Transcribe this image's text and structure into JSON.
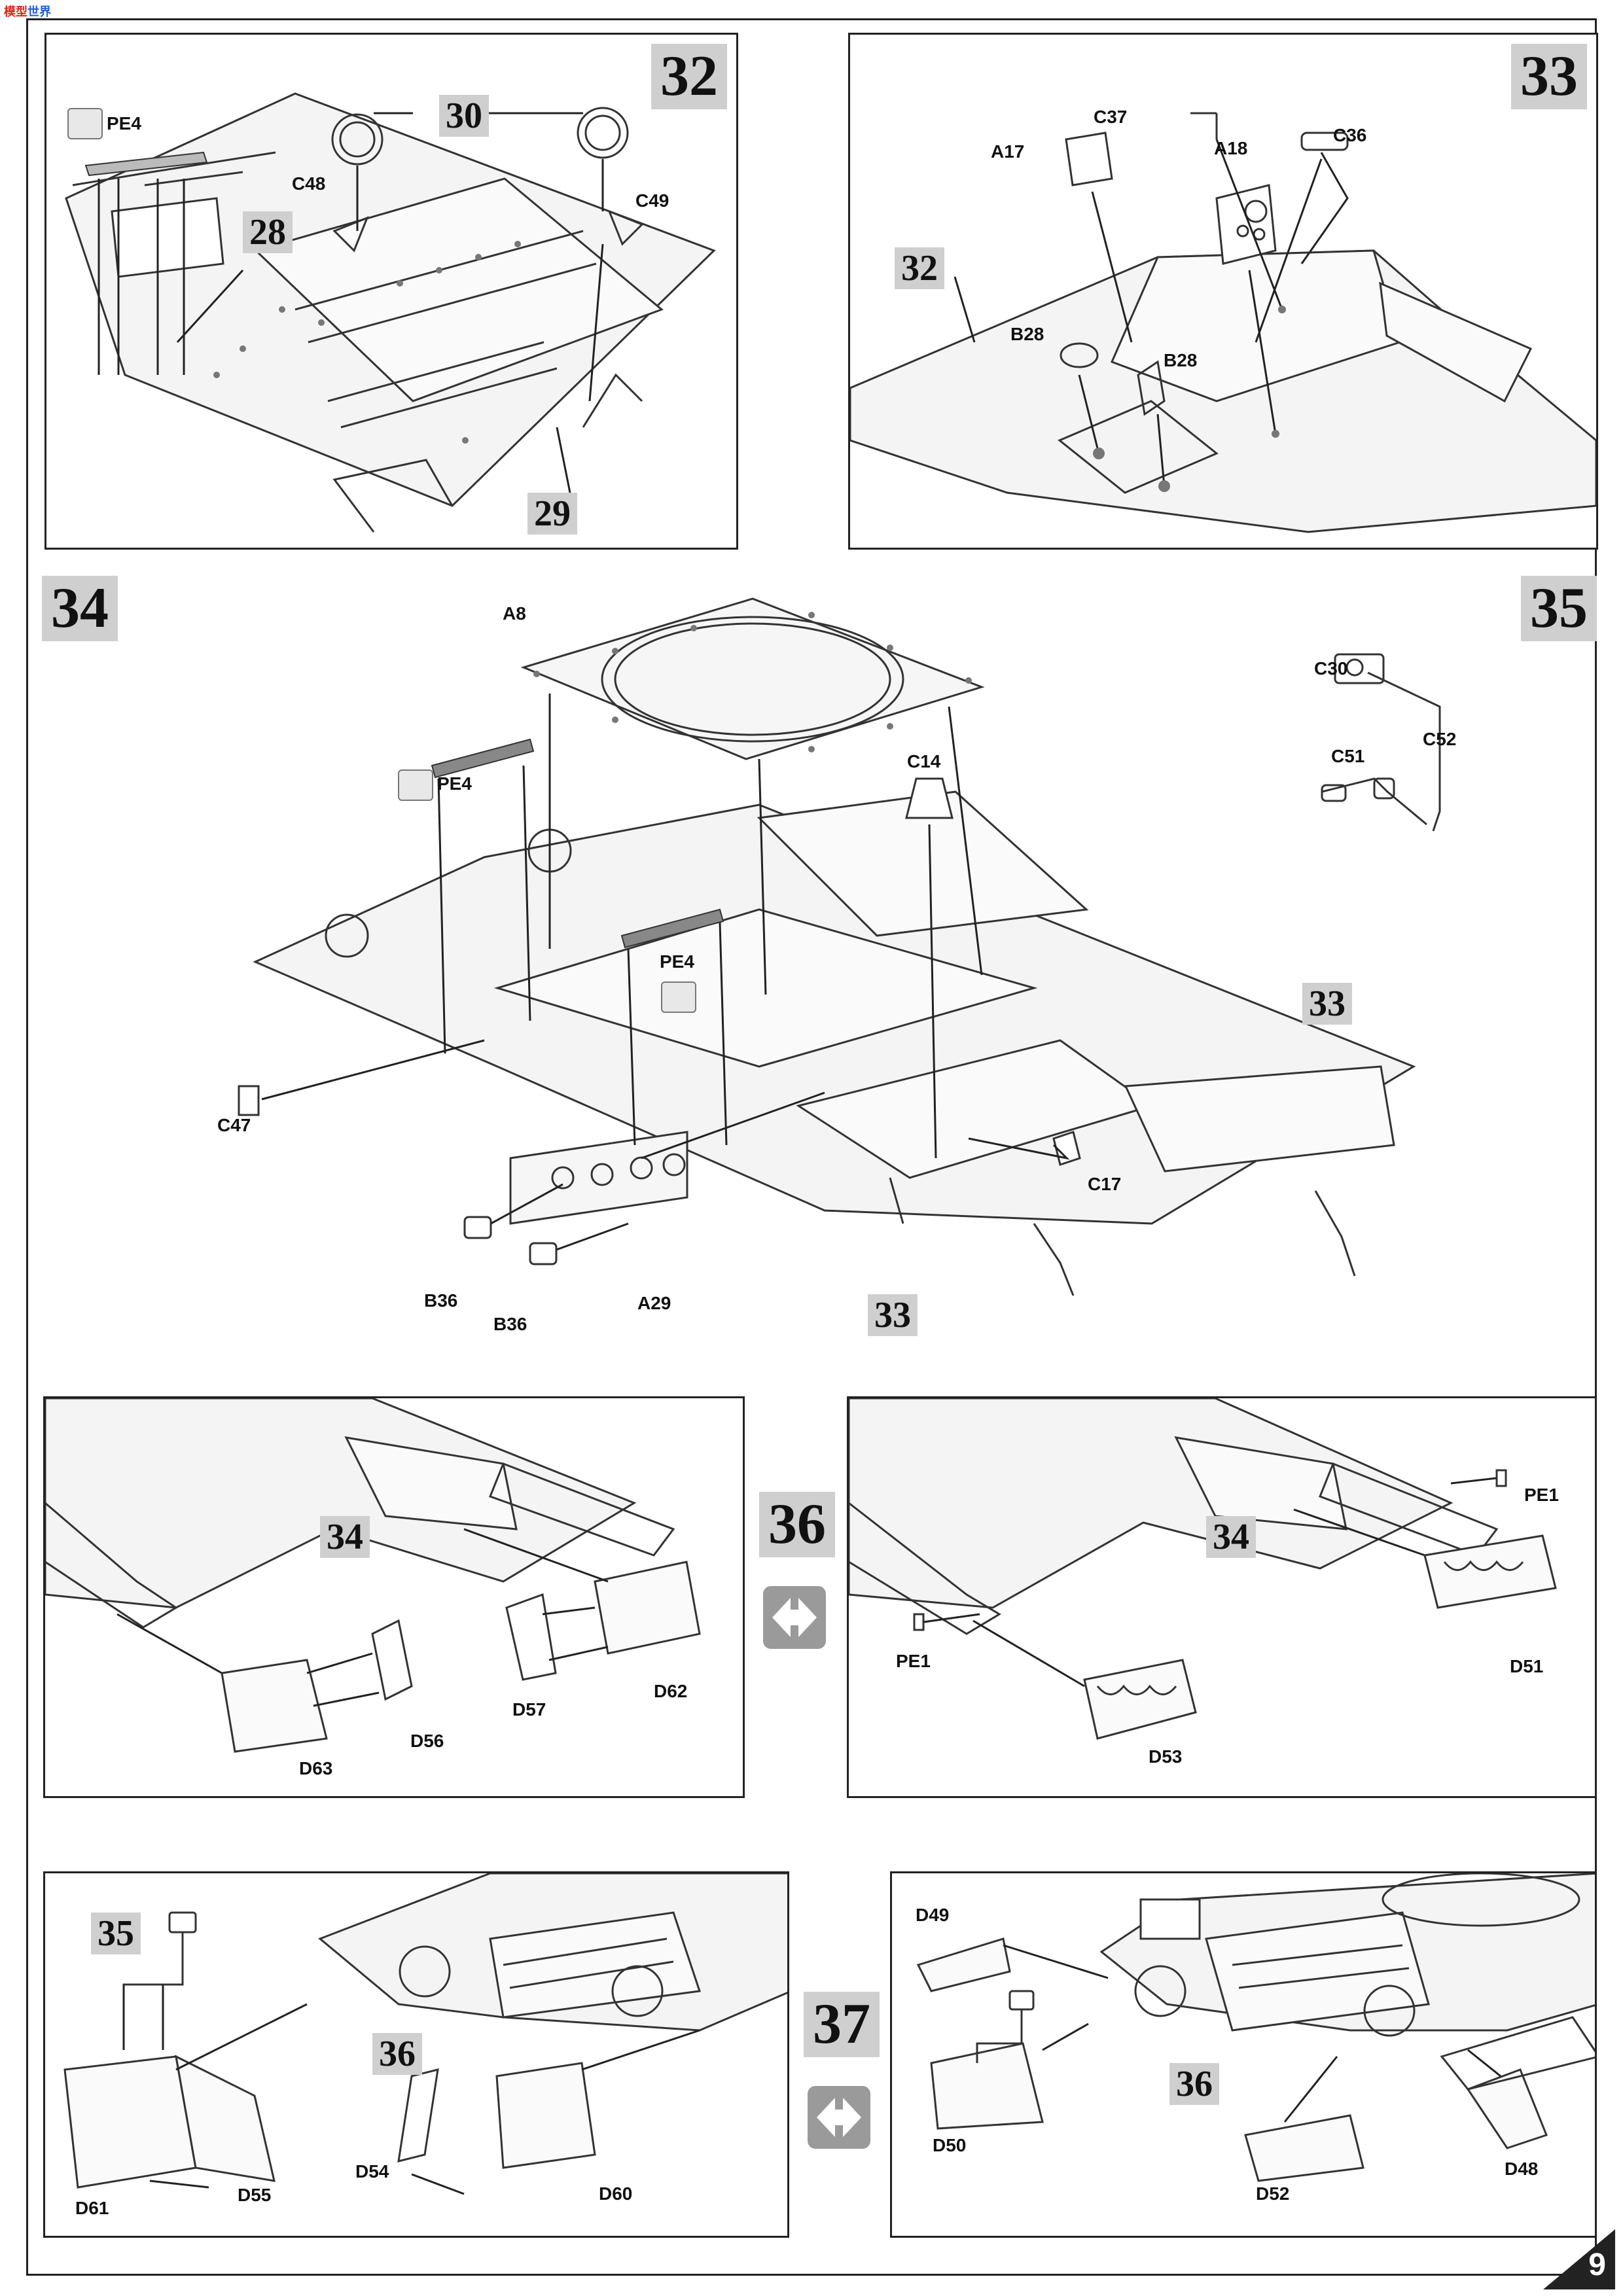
{
  "logo": {
    "part1": "模型",
    "part2": "世界"
  },
  "page_number": "9",
  "steps": {
    "s32": {
      "number": "32",
      "refs": [
        "28",
        "29",
        "30"
      ],
      "labels": [
        "PE4",
        "C48",
        "C49"
      ]
    },
    "s33": {
      "number": "33",
      "refs": [
        "32"
      ],
      "labels": [
        "C37",
        "A17",
        "A18",
        "C36",
        "B28",
        "B28"
      ]
    },
    "s34": {
      "number": "34",
      "refs": [
        "33",
        "33"
      ],
      "labels": [
        "A8",
        "PE4",
        "PE4",
        "C14",
        "C47",
        "C17",
        "B36",
        "B36",
        "A29"
      ]
    },
    "s35": {
      "number": "35",
      "labels": [
        "C30",
        "C52",
        "C51"
      ]
    },
    "s36": {
      "number": "36",
      "left": {
        "refs": [
          "34"
        ],
        "labels": [
          "D62",
          "D57",
          "D63",
          "D56"
        ]
      },
      "right": {
        "refs": [
          "34"
        ],
        "labels": [
          "PE1",
          "PE1",
          "D51",
          "D53"
        ]
      }
    },
    "s37": {
      "number": "37",
      "left": {
        "refs": [
          "35",
          "36"
        ],
        "labels": [
          "D61",
          "D55",
          "D54",
          "D60"
        ]
      },
      "right": {
        "refs": [
          "36"
        ],
        "labels": [
          "D49",
          "D50",
          "D52",
          "D48"
        ]
      }
    }
  },
  "icons": {
    "pe_icon": "photo-etch-icon",
    "swap_icon": "mirror-assembly-icon"
  }
}
